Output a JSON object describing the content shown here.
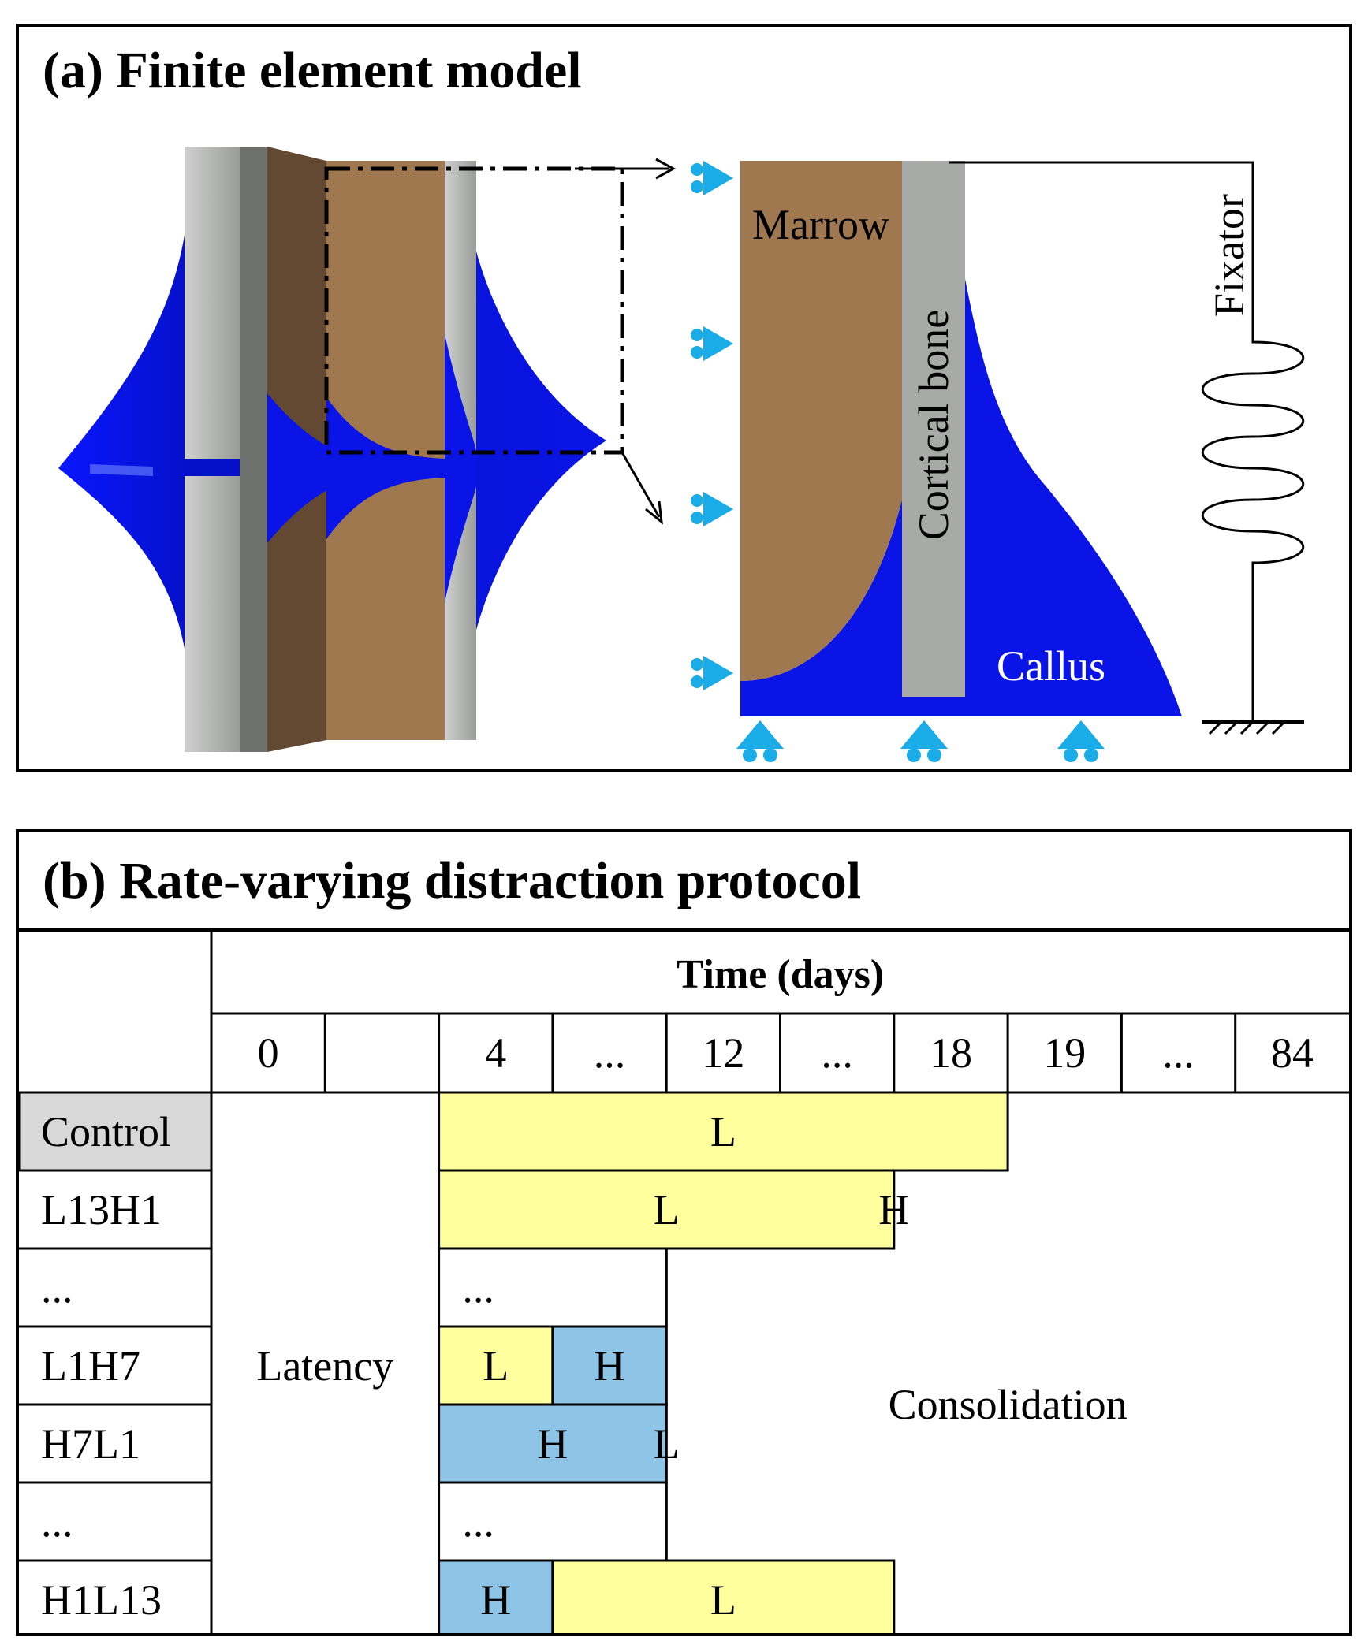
{
  "panel_a": {
    "title": "(a) Finite element model",
    "labels": {
      "marrow": "Marrow",
      "cortical_bone": "Cortical bone",
      "fixator": "Fixator",
      "callus": "Callus"
    },
    "colors": {
      "marrow": "#a07850",
      "marrow_dark": "#634832",
      "cortical": "#a8aaa8",
      "callus": "#0a14e6",
      "support": "#1aace6"
    }
  },
  "panel_b": {
    "title": "(b) Rate-varying distraction protocol",
    "time_header": "Time (days)",
    "time_ticks": [
      "0",
      "",
      "4",
      "...",
      "12",
      "...",
      "18",
      "19",
      "...",
      "84"
    ],
    "phases": {
      "latency": "Latency",
      "consolidation": "Consolidation",
      "ellipsis": "..."
    },
    "rows": [
      {
        "label": "Control",
        "segments": [
          {
            "rate": "L",
            "start": 4,
            "end": 19
          }
        ]
      },
      {
        "label": "L13H1",
        "segments": [
          {
            "rate": "L",
            "start": 4,
            "end": 17
          },
          {
            "rate": "H",
            "start": 17,
            "end": 18
          }
        ]
      },
      {
        "label": "...",
        "segments": []
      },
      {
        "label": "L1H7",
        "segments": [
          {
            "rate": "L",
            "start": 4,
            "end": 5
          },
          {
            "rate": "H",
            "start": 5,
            "end": 12
          }
        ]
      },
      {
        "label": "H7L1",
        "segments": [
          {
            "rate": "H",
            "start": 4,
            "end": 11
          },
          {
            "rate": "L",
            "start": 11,
            "end": 12
          }
        ]
      },
      {
        "label": "...",
        "segments": []
      },
      {
        "label": "H1L13",
        "segments": [
          {
            "rate": "H",
            "start": 4,
            "end": 5
          },
          {
            "rate": "L",
            "start": 5,
            "end": 18
          }
        ]
      }
    ],
    "colors": {
      "L": "#ffff9e",
      "H": "#8ec4e6",
      "control_bg": "#d8d8d8"
    }
  }
}
